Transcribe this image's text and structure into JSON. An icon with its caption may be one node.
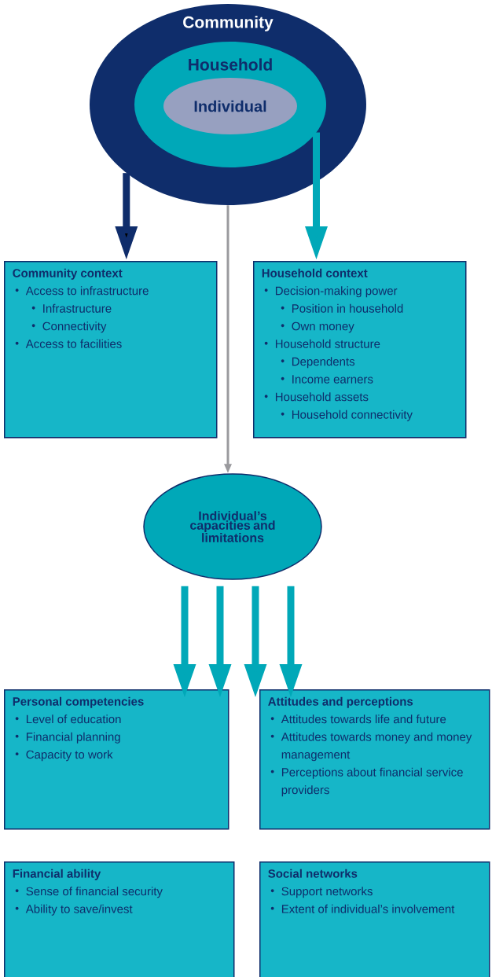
{
  "diagram": {
    "nodes": [
      {
        "text": [
          "Community"
        ]
      },
      {
        "text": [
          "Household"
        ],
        "in": 0
      },
      {
        "text": [
          "Individual"
        ],
        "in": 1
      },
      {
        "text": [
          "Community context",
          "Access to infrastructure",
          "Infrastructure",
          "Connectivity",
          "Access to facilities"
        ]
      },
      {
        "text": [
          "Household context",
          "Decision-making power",
          "Position in household",
          "Own money",
          "Household structure",
          "Dependents",
          "Income earners",
          "Household assets",
          "Household connectivity"
        ]
      },
      {
        "text": [
          "Individual’s capacities and limitations"
        ]
      },
      {
        "text": [
          "Personal competencies",
          "Level of education",
          "Financial planning",
          "Capacity to work"
        ]
      },
      {
        "text": [
          "Attitudes and perceptions",
          "Attitudes towards life and future",
          "Attitudes towards money and money management",
          "Perceptions about financial service providers"
        ]
      },
      {
        "text": [
          "Financial ability",
          "Sense of financial security",
          "Ability to save/invest"
        ]
      },
      {
        "text": [
          "Social networks",
          "Support networks",
          "Extent of individual’s involvement"
        ]
      }
    ],
    "edges": [
      {
        "from": 0,
        "to": 3,
        "arrow": "to",
        "color": "#0f2d6b"
      },
      {
        "from": 1,
        "to": 4,
        "arrow": "to"
      },
      {
        "from": 0,
        "to": 5,
        "arrow": "to",
        "color": "#9a9a9e"
      },
      {
        "from": 5,
        "to": 6,
        "arrow": "to"
      },
      {
        "from": 5,
        "to": 6,
        "arrow": "to"
      },
      {
        "from": 5,
        "to": 7,
        "arrow": "to"
      },
      {
        "from": 5,
        "to": 7,
        "arrow": "to"
      }
    ]
  }
}
